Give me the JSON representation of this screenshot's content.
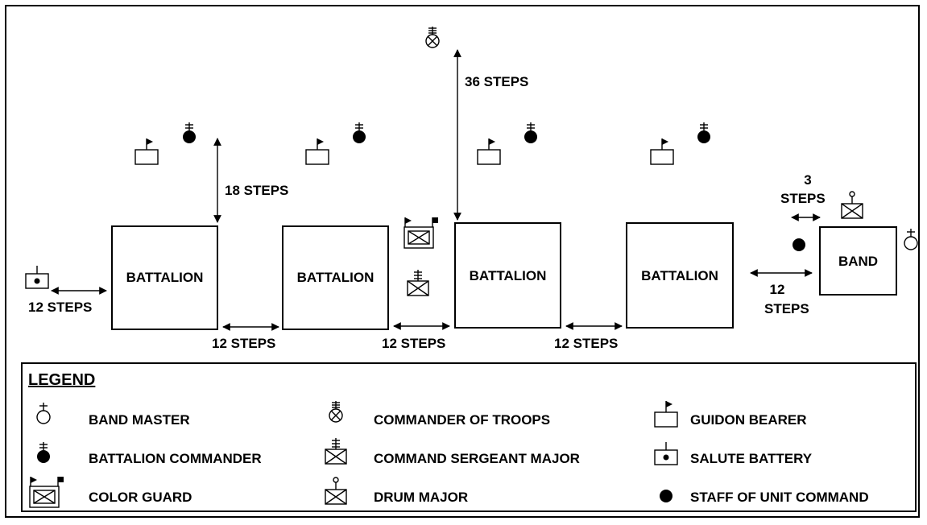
{
  "units": {
    "battalion_1": "BATTALION",
    "battalion_2": "BATTALION",
    "battalion_3": "BATTALION",
    "battalion_4": "BATTALION",
    "band": "BAND"
  },
  "distances": {
    "cot_to_line": "36 STEPS",
    "commander_to_battalion": "18 STEPS",
    "salute_gap": "12 STEPS",
    "gap_1_2": "12 STEPS",
    "gap_2_3": "12 STEPS",
    "gap_3_4": "12 STEPS",
    "gap_4_band_line1": "12",
    "gap_4_band_line2": "STEPS",
    "drum_gap_line1": "3",
    "drum_gap_line2": "STEPS"
  },
  "legend": {
    "title": "LEGEND",
    "items": {
      "band_master": "BAND MASTER",
      "battalion_commander": "BATTALION COMMANDER",
      "color_guard": "COLOR GUARD",
      "commander_of_troops": "COMMANDER OF TROOPS",
      "command_sergeant_major": "COMMAND SERGEANT MAJOR",
      "drum_major": "DRUM MAJOR",
      "guidon_bearer": "GUIDON BEARER",
      "salute_battery": "SALUTE BATTERY",
      "staff_of_unit_command": "STAFF OF UNIT COMMAND"
    }
  },
  "icons": [
    "band-master-icon",
    "battalion-commander-icon",
    "color-guard-icon",
    "commander-of-troops-icon",
    "command-sergeant-major-icon",
    "drum-major-icon",
    "guidon-bearer-icon",
    "salute-battery-icon",
    "staff-of-unit-command-icon"
  ]
}
